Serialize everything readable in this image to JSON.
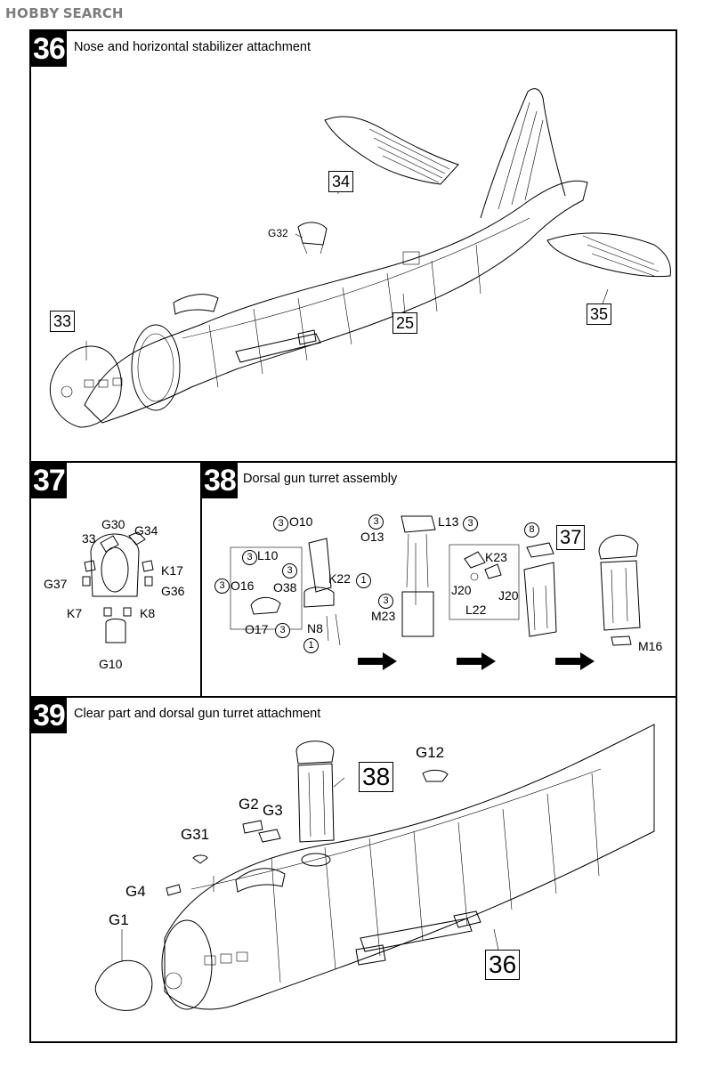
{
  "watermark": {
    "logo": "HOBBY",
    "tail": "SEARCH"
  },
  "step36": {
    "number": "36",
    "title": "Nose and horizontal stabilizer attachment",
    "labels": {
      "p34": "34",
      "p33": "33",
      "p25": "25",
      "p35": "35",
      "g32": "G32"
    }
  },
  "step37": {
    "number": "37",
    "labels": {
      "g30": "G30",
      "p33": "33",
      "g34": "G34",
      "k17": "K17",
      "g37": "G37",
      "g36": "G36",
      "k7": "K7",
      "k8": "K8",
      "g10": "G10"
    }
  },
  "step38": {
    "number": "38",
    "title": "Dorsal gun turret assembly",
    "labels": {
      "o10": "O10",
      "o13": "O13",
      "l13": "L13",
      "l10": "L10",
      "o16": "O16",
      "o38": "O38",
      "k22": "K22",
      "o17": "O17",
      "n8": "N8",
      "m23": "M23",
      "k23": "K23",
      "j20a": "J20",
      "j20b": "J20",
      "l22": "L22",
      "ref37": "37",
      "m16": "M16"
    },
    "circles": {
      "c3": "3",
      "c1": "1",
      "c8": "8"
    }
  },
  "step39": {
    "number": "39",
    "title": "Clear part and dorsal gun turret attachment",
    "labels": {
      "ref38": "38",
      "g12": "G12",
      "g2": "G2",
      "g3": "G3",
      "g31": "G31",
      "g4": "G4",
      "g1": "G1",
      "ref36": "36"
    }
  },
  "colors": {
    "ink": "#000000",
    "paper": "#ffffff",
    "watermark": "#7d7d7d"
  },
  "icons": [
    "hobby-search-logo",
    "right-arrow-icon"
  ]
}
